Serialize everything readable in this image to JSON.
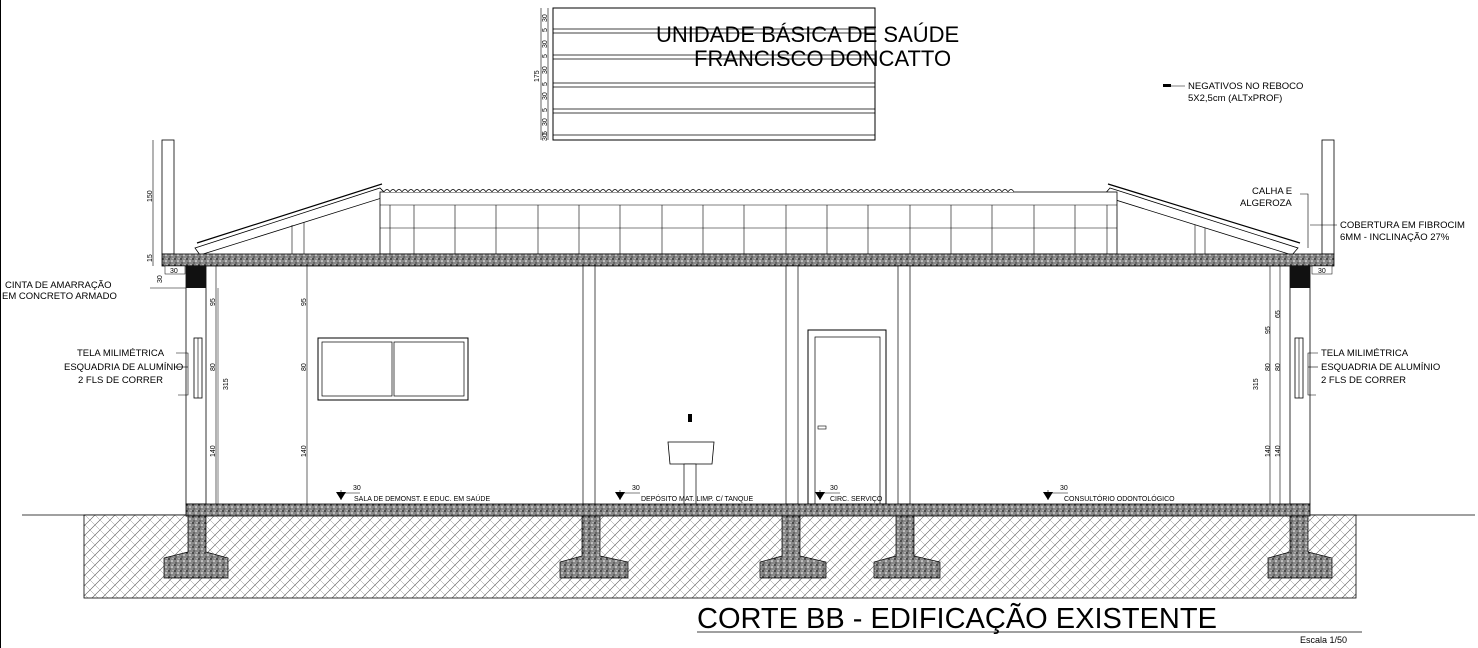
{
  "sign": {
    "line1": "UNIDADE BÁSICA DE SAÚDE",
    "line2": "FRANCISCO DONCATTO",
    "dims": [
      "30",
      "5",
      "30",
      "5",
      "30",
      "5",
      "30",
      "5",
      "30",
      "5",
      "30"
    ],
    "total_dim": "175"
  },
  "notes": {
    "negativos_l1": "NEGATIVOS NO REBOCO",
    "negativos_l2": "5X2,5cm (ALTxPROF)",
    "calha_l1": "CALHA E",
    "calha_l2": "ALGEROZA",
    "cobertura_l1": "COBERTURA EM FIBROCIM",
    "cobertura_l2": "6MM - INCLINAÇÃO 27%",
    "cinta_l1": "CINTA DE AMARRAÇÃO",
    "cinta_l2": "EM CONCRETO ARMADO",
    "tela": "TELA MILIMÉTRICA",
    "esquadria": "ESQUADRIA DE ALUMÍNIO",
    "fls": "2 FLS DE CORRER"
  },
  "dims": {
    "platibanda": "150",
    "d15": "15",
    "d30": "30",
    "d95": "95",
    "d80": "80",
    "d140": "140",
    "d315": "315",
    "d65": "65"
  },
  "rooms": {
    "level": "30",
    "sala": "SALA DE DEMONST. E EDUC. EM SAÚDE",
    "deposito": "DEPÓSITO MAT. LIMP. C/ TANQUE",
    "circ": "CIRC. SERVIÇO",
    "consultorio": "CONSULTÓRIO ODONTOLÓGICO"
  },
  "title": {
    "main": "CORTE BB - EDIFICAÇÃO EXISTENTE",
    "scale": "Escala 1/50"
  }
}
